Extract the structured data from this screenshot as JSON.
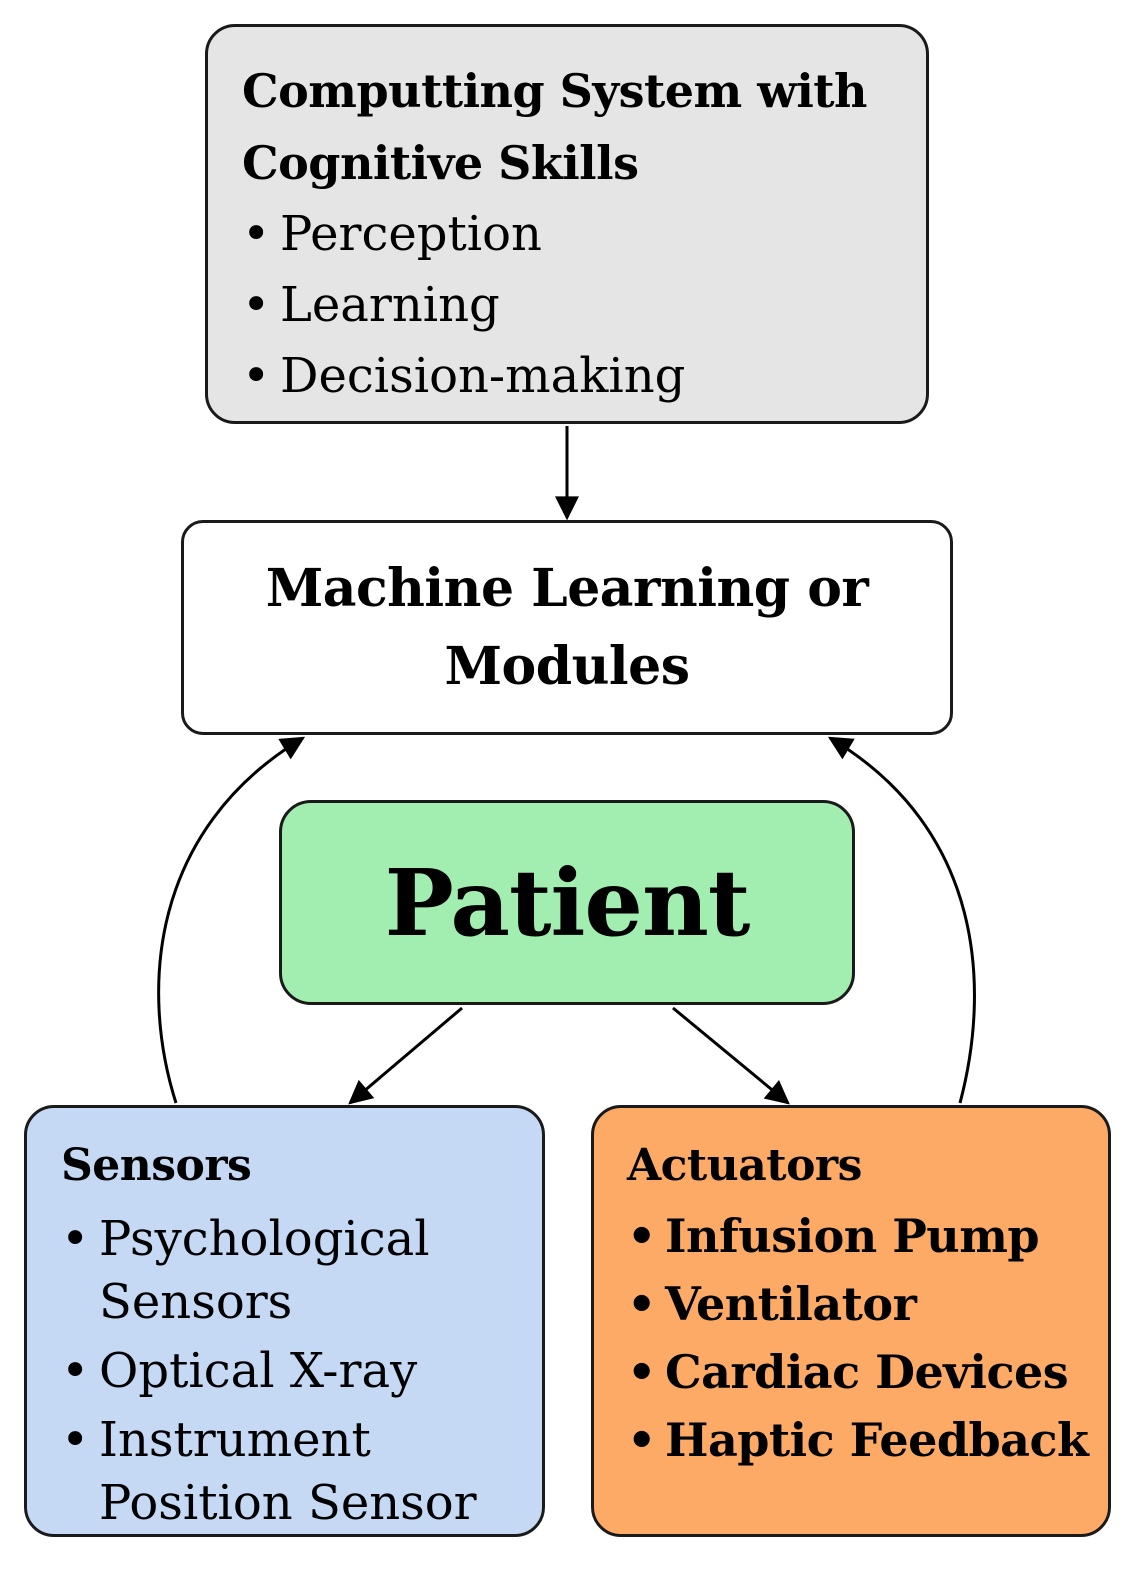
{
  "computing": {
    "title_line1": "Computting System with",
    "title_line2": "Cognitive Skills",
    "items": [
      "Perception",
      "Learning",
      "Decision-making"
    ],
    "color": "#e5e5e5"
  },
  "ml": {
    "title_line1": "Machine Learning or",
    "title_line2": "Modules",
    "color": "#ffffff"
  },
  "patient": {
    "title": "Patient",
    "color": "#a2eeb0"
  },
  "sensors": {
    "title": "Sensors",
    "items": [
      {
        "line1": "Psychological",
        "line2": "Sensors"
      },
      {
        "line1": "Optical X-ray",
        "line2": ""
      },
      {
        "line1": "Instrument",
        "line2": "Position Sensor"
      }
    ],
    "color": "#c5d8f4"
  },
  "actuators": {
    "title": "Actuators",
    "items": [
      "Infusion Pump",
      "Ventilator",
      "Cardiac Devices",
      "Haptic Feedback"
    ],
    "color": "#fdaa66"
  },
  "bullet": "•"
}
